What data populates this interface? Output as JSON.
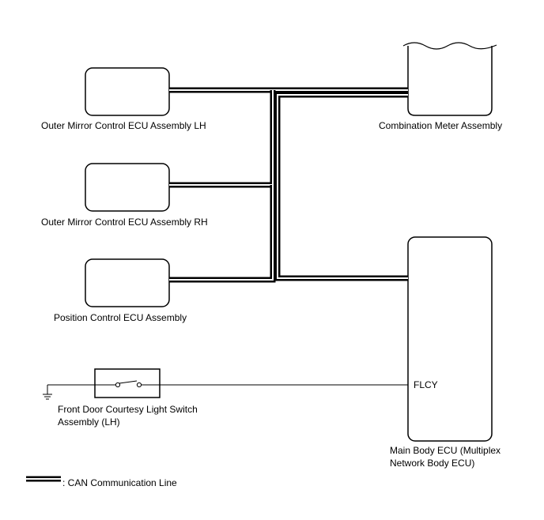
{
  "labels": {
    "mirror_lh": "Outer Mirror Control ECU Assembly LH",
    "mirror_rh": "Outer Mirror Control ECU Assembly RH",
    "position": "Position Control ECU Assembly",
    "meter": "Combination Meter Assembly",
    "switch_line1": "Front Door Courtesy Light Switch",
    "switch_line2": "Assembly (LH)",
    "main_ecu_line1": "Main Body ECU (Multiplex",
    "main_ecu_line2": "Network Body ECU)",
    "terminal": "FLCY"
  },
  "legend": {
    "text": ": CAN Communication Line"
  }
}
